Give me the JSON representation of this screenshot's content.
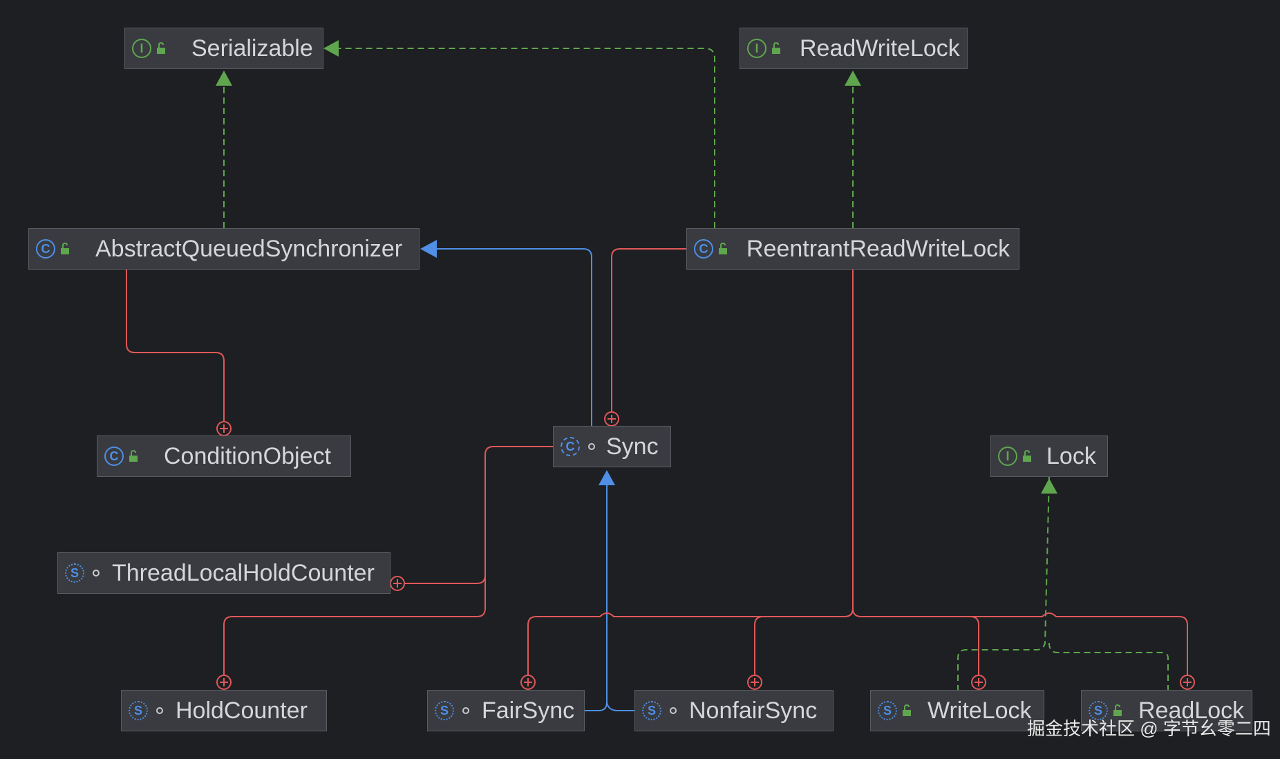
{
  "nodes": {
    "serializable": {
      "label": "Serializable",
      "kind": "interface",
      "icon": "interface-icon",
      "visibility": "public"
    },
    "readwritelock": {
      "label": "ReadWriteLock",
      "kind": "interface",
      "icon": "interface-icon",
      "visibility": "public"
    },
    "aqs": {
      "label": "AbstractQueuedSynchronizer",
      "kind": "class",
      "icon": "class-icon",
      "visibility": "public"
    },
    "rrwl": {
      "label": "ReentrantReadWriteLock",
      "kind": "class",
      "icon": "class-icon",
      "visibility": "public"
    },
    "conditionobject": {
      "label": "ConditionObject",
      "kind": "class",
      "icon": "class-icon",
      "visibility": "public"
    },
    "sync": {
      "label": "Sync",
      "kind": "abstract-class",
      "icon": "abstract-class-icon",
      "visibility": "package"
    },
    "lock": {
      "label": "Lock",
      "kind": "interface",
      "icon": "interface-icon",
      "visibility": "public"
    },
    "threadlocalholdcounter": {
      "label": "ThreadLocalHoldCounter",
      "kind": "static-class",
      "icon": "static-class-icon",
      "visibility": "package"
    },
    "holdcounter": {
      "label": "HoldCounter",
      "kind": "static-class",
      "icon": "static-class-icon",
      "visibility": "package"
    },
    "fairsync": {
      "label": "FairSync",
      "kind": "static-class",
      "icon": "static-class-icon",
      "visibility": "package"
    },
    "nonfairsync": {
      "label": "NonfairSync",
      "kind": "static-class",
      "icon": "static-class-icon",
      "visibility": "package"
    },
    "writelock": {
      "label": "WriteLock",
      "kind": "static-class",
      "icon": "static-class-icon",
      "visibility": "public"
    },
    "readlock": {
      "label": "ReadLock",
      "kind": "static-class",
      "icon": "static-class-icon",
      "visibility": "public"
    }
  },
  "edges": [
    {
      "from": "aqs",
      "to": "serializable",
      "type": "implements"
    },
    {
      "from": "rrwl",
      "to": "serializable",
      "type": "implements"
    },
    {
      "from": "rrwl",
      "to": "readwritelock",
      "type": "implements"
    },
    {
      "from": "sync",
      "to": "aqs",
      "type": "extends"
    },
    {
      "from": "fairsync",
      "to": "sync",
      "type": "extends"
    },
    {
      "from": "nonfairsync",
      "to": "sync",
      "type": "extends"
    },
    {
      "from": "writelock",
      "to": "lock",
      "type": "implements"
    },
    {
      "from": "readlock",
      "to": "lock",
      "type": "implements"
    },
    {
      "from": "aqs",
      "to": "conditionobject",
      "type": "inner"
    },
    {
      "from": "rrwl",
      "to": "sync",
      "type": "inner"
    },
    {
      "from": "sync",
      "to": "threadlocalholdcounter",
      "type": "inner"
    },
    {
      "from": "sync",
      "to": "holdcounter",
      "type": "inner"
    },
    {
      "from": "rrwl",
      "to": "fairsync",
      "type": "inner"
    },
    {
      "from": "rrwl",
      "to": "nonfairsync",
      "type": "inner"
    },
    {
      "from": "rrwl",
      "to": "writelock",
      "type": "inner"
    },
    {
      "from": "rrwl",
      "to": "readlock",
      "type": "inner"
    }
  ],
  "colors": {
    "background": "#1e1f22",
    "implements": "#5fa64e",
    "extends": "#4f8fe6",
    "inner": "#e0585a"
  },
  "watermark": "掘金技术社区 @ 字节幺零二四"
}
